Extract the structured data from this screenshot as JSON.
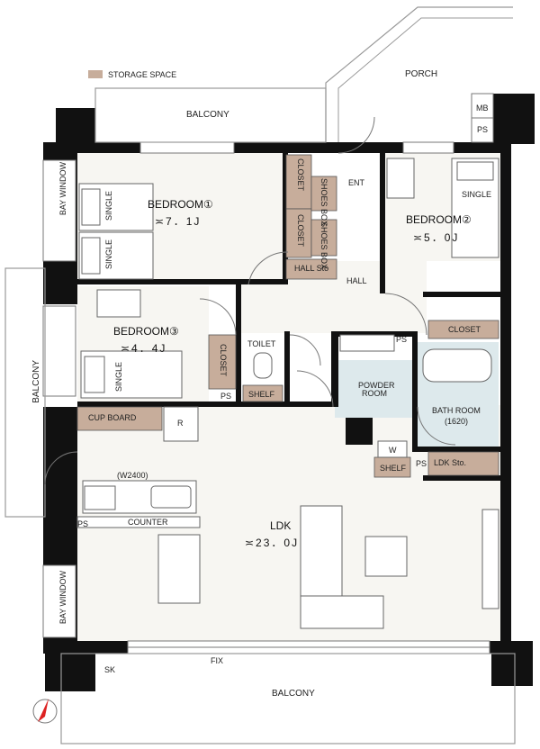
{
  "legend": {
    "swatch_color": "#c7ad9b",
    "label": "STORAGE SPACE"
  },
  "colors": {
    "wall": "#111111",
    "storage": "#c7ad9b",
    "wet": "#dde9ec",
    "floor_light": "#f7f6f2",
    "outdoor": "#ffffff",
    "line": "#777777"
  },
  "labels": {
    "porch": "PORCH",
    "balcony_top": "BALCONY",
    "balcony_left": "BALCONY",
    "balcony_bottom": "BALCONY",
    "mb": "MB",
    "ps": "PS",
    "bay_window": "BAY WINDOW",
    "bedroom1": "BEDROOM①",
    "bedroom1_area": "≍7．1J",
    "bedroom2": "BEDROOM②",
    "bedroom2_area": "≍5．0J",
    "bedroom3": "BEDROOM③",
    "bedroom3_area": "≍4．4J",
    "single": "SINGLE",
    "closet": "CLOSET",
    "shoes_box": "SHOES BOX",
    "ent": "ENT",
    "hall": "HALL",
    "hall_sto": "HALL Sto",
    "toilet": "TOILET",
    "shelf": "SHELF",
    "powder_room": "POWDER ROOM",
    "bath_room": "BATH ROOM",
    "bath_size": "(1620)",
    "cup_board": "CUP BOARD",
    "refrigerator": "R",
    "washer": "W",
    "ldk_sto": "LDK Sto.",
    "w2400": "(W2400)",
    "counter": "COUNTER",
    "ldk": "LDK",
    "ldk_area": "≍23．0J",
    "fix": "FIX",
    "sk": "SK"
  }
}
